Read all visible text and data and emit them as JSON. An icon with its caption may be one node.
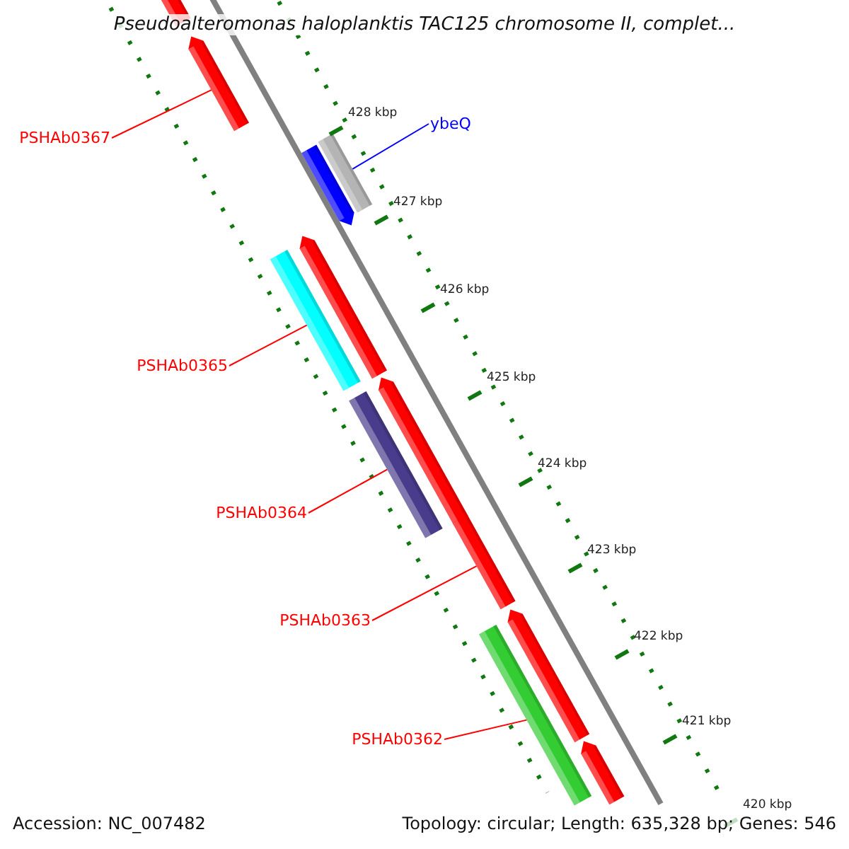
{
  "diagram": {
    "title": "Pseudoalteromonas haloplanktis TAC125 chromosome II, complet...",
    "nodes": [
      {
        "text": [
          "PSHAb0367"
        ]
      },
      {
        "text": [],
        "shape": "bar"
      },
      {
        "text": [
          "ybeQ"
        ]
      },
      {
        "text": [],
        "shape": "bar"
      },
      {
        "text": [
          "PSHAb0365"
        ]
      },
      {
        "text": [],
        "shape": "bar"
      },
      {
        "text": [
          "PSHAb0364"
        ]
      },
      {
        "text": [],
        "shape": "bar"
      },
      {
        "text": [
          "PSHAb0363"
        ]
      },
      {
        "text": [],
        "shape": "bar"
      },
      {
        "text": [
          "PSHAb0362"
        ]
      },
      {
        "text": [],
        "shape": "bar"
      }
    ],
    "edges": [
      {
        "from": 0,
        "to": 1,
        "arrow": "none"
      },
      {
        "from": 2,
        "to": 3,
        "arrow": "none",
        "color": "#0000ff"
      },
      {
        "from": 4,
        "to": 5,
        "arrow": "none"
      },
      {
        "from": 6,
        "to": 7,
        "arrow": "none"
      },
      {
        "from": 8,
        "to": 9,
        "arrow": "none"
      },
      {
        "from": 10,
        "to": 11,
        "arrow": "none"
      }
    ],
    "labels": [
      "428 kbp",
      "427 kbp",
      "426 kbp",
      "425 kbp",
      "424 kbp",
      "423 kbp",
      "422 kbp",
      "421 kbp",
      "420 kbp",
      "Accession: NC_007482",
      "Topology: circular; Length: 635,328 bp; Genes: 546"
    ]
  }
}
